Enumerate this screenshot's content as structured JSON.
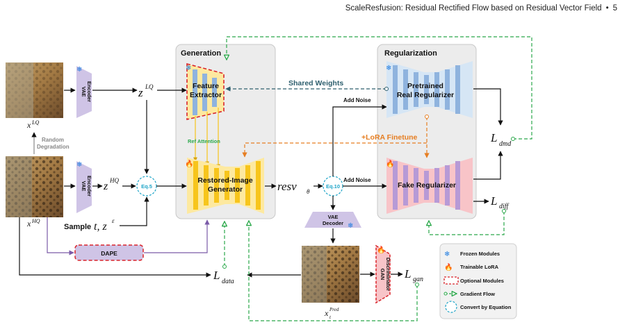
{
  "header": {
    "running_title": "ScaleResfusion: Residual Rectified Flow based on Residual Vector Field",
    "bullet": "•",
    "page_number": "5"
  },
  "diagram": {
    "generation_title": "Generation",
    "regularization_title": "Regularization",
    "feature_extractor": [
      "Feature",
      "Extractor"
    ],
    "generator": [
      "Restored-Image",
      "Generator"
    ],
    "ref_attention": "Ref Attention",
    "shared_weights": "Shared Weights",
    "lora_finetune": "+LoRA Finetune",
    "pretrained_reg": [
      "Pretrained",
      "Real Regularizer"
    ],
    "fake_reg": "Fake Regularizer",
    "vae_encoder": [
      "VAE",
      "Encoder"
    ],
    "vae_decoder": [
      "VAE",
      "Decoder"
    ],
    "gan_disc": [
      "GAN",
      "Discriminator"
    ],
    "dape": "DAPE",
    "random_degradation": [
      "Random",
      "Degradation"
    ],
    "add_noise_1": "Add Noise",
    "add_noise_2": "Add Noise",
    "eq5": "Eq.5",
    "eq10": "Eq.10",
    "sample_label": "Sample",
    "math": {
      "x_lq": "x",
      "x_lq_sup": "LQ",
      "x_hq": "x",
      "x_hq_sup": "HQ",
      "z_lq": "z",
      "z_lq_sup": "LQ",
      "z_hq": "z",
      "z_hq_sup": "HQ",
      "t_z": "t, z",
      "t_z_sup": "ε",
      "resv": "resv",
      "resv_sub": "θ",
      "x_pred": "x",
      "x_pred_sub": "t",
      "x_pred_sup": "Pred",
      "L_dmd": "L",
      "L_dmd_sub": "dmd",
      "L_diff": "L",
      "L_diff_sub": "diff",
      "L_data": "L",
      "L_data_sub": "data",
      "L_gan": "L",
      "L_gan_sub": "gan"
    },
    "legend": {
      "frozen": "Frozen Modules",
      "trainable": "Trainable LoRA",
      "optional": "Optional Modules",
      "gradient": "Gradient Flow",
      "convert": "Convert by Equation"
    },
    "colors": {
      "panel": "#ececec",
      "blue_block": "#8fb3de",
      "blue_light": "#d6e6f5",
      "yellow": "#f7c51c",
      "yellow_light": "#fde9a0",
      "purple": "#b79ad6",
      "pink_light": "#f8c4c8",
      "lavender": "#cfc4e6",
      "green": "#2aa84a",
      "orange": "#e67e22",
      "red": "#d9242b",
      "teal": "#2e5f6e",
      "cyan": "#1fa5c8"
    }
  }
}
